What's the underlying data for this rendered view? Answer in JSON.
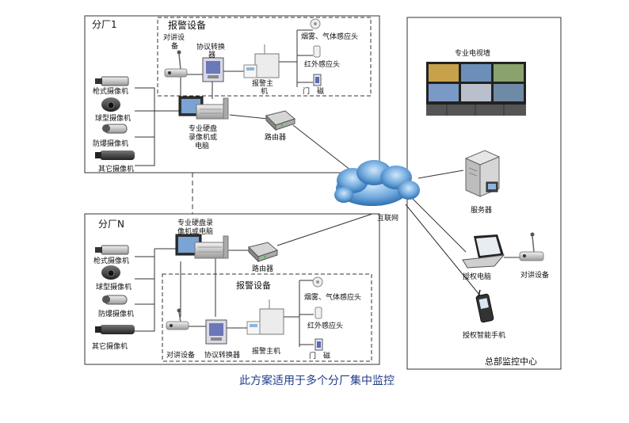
{
  "factory1": {
    "title": "分厂1",
    "alarm_title": "报警设备",
    "intercom_label_1": "对讲设",
    "intercom_label_2": "备",
    "protocol_label_1": "协议转换",
    "protocol_label_2": "器",
    "alarm_host_label_1": "报警主",
    "alarm_host_label_2": "机",
    "smoke_label": "烟雾、气体感应头",
    "infrared_label": "红外感应头",
    "door_label": "门　磁",
    "cameras": [
      "枪式摄像机",
      "球型摄像机",
      "防爆摄像机",
      "其它摄像机"
    ],
    "dvr_label_1": "专业硬盘",
    "dvr_label_2": "录像机或",
    "dvr_label_3": "电脑",
    "router_label": "路由器"
  },
  "factoryN": {
    "title": "分厂N",
    "dvr_label_1": "专业硬盘录",
    "dvr_label_2": "像机或电脑",
    "router_label": "路由器",
    "cameras": [
      "枪式摄像机",
      "球型摄像机",
      "防爆摄像机",
      "其它摄像机"
    ],
    "alarm_title": "报警设备",
    "smoke_label": "烟雾、气体感应头",
    "infrared_label": "红外感应头",
    "door_label": "门　磁",
    "intercom_label": "对讲设备",
    "protocol_label": "协议转换器",
    "alarm_host_label": "报警主机"
  },
  "internet_label": "互联网",
  "hq": {
    "title": "总部监控中心",
    "tv_wall_label": "专业电视墙",
    "server_label": "服务器",
    "laptop_label": "授权电脑",
    "intercom_label": "对讲设备",
    "phone_label": "授权智能手机"
  },
  "caption": "此方案适用于多个分厂集中监控",
  "colors": {
    "caption": "#1f3c8c",
    "cloud": "#5b9bd5",
    "line": "#333333"
  }
}
